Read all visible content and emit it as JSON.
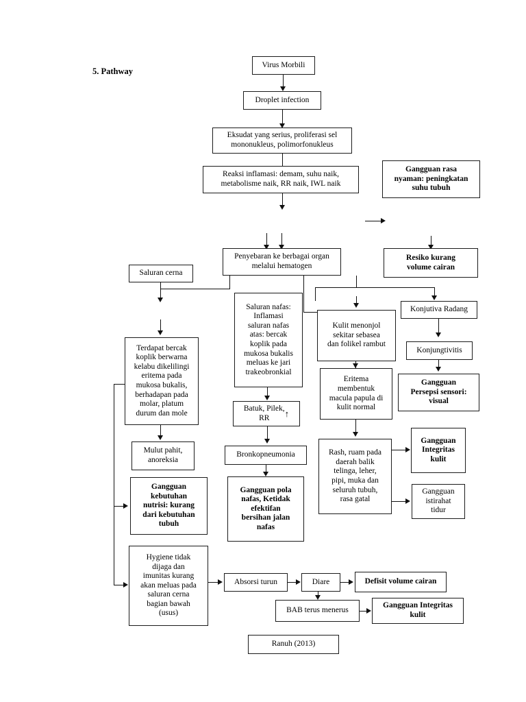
{
  "page": {
    "heading": "5. Pathway",
    "source_caption": "Ranuh (2013)"
  },
  "nodes": {
    "virus_morbili": "Virus Morbili",
    "droplet_infection": "Droplet infection",
    "eksudat": "Eksudat yang serius, proliferasi sel\nmononukleus, polimorfonukleus",
    "reaksi_inflamasi": "Reaksi inflamasi: demam, suhu naik,\nmetabolisme naik, RR naik, IWL naik",
    "gangguan_rasa_nyaman": "Gangguan rasa\nnyaman: peningkatan\nsuhu tubuh",
    "penyebaran": "Penyebaran ke berbagai organ\nmelalui hematogen",
    "resiko_kurang_volume": "Resiko kurang\nvolume cairan",
    "saluran_cerna": "Saluran cerna",
    "saluran_nafas": "Saluran nafas:\nInflamasi\nsaluran nafas\natas: bercak\nkoplik pada\nmukosa bukalis\nmeluas ke jari\ntrakeobronkial",
    "kulit_menonjol": "Kulit menonjol\nsekitar sebasea\ndan folikel rambut",
    "konjutiva_radang": "Konjutiva Radang",
    "konjungtivitis": "Konjungtivitis",
    "gangguan_persepsi_sensori": "Gangguan\nPersepsi sensori:\nvisual",
    "terdapat_bercak": "Terdapat bercak\nkoplik berwarna\nkelabu dikelilingi\neritema pada\nmukosa bukalis,\nberhadapan pada\nmolar, platum\ndurum dan mole",
    "eritema": "Eritema\nmembentuk\nmacula papula di\nkulit normal",
    "batuk_pilek": "Batuk, Pilek,\nRR",
    "batuk_pilek_arrow": "↑",
    "mulut_pahit": "Mulut pahit,\nanoreksia",
    "bronkopneumonia": "Bronkopneumonia",
    "rash": "Rash, ruam pada\ndaerah balik\ntelinga, leher,\npipi, muka dan\nseluruh tubuh,\nrasa gatal",
    "gangguan_integritas_kulit_1": "Gangguan\nIntegritas\nkulit",
    "gangguan_istirahat_tidur": "Gangguan\nistirahat\ntidur",
    "gangguan_nutrisi": "Gangguan\nkebutuhan\nnutrisi: kurang\ndari kebutuhan\ntubuh",
    "gangguan_pola_nafas": "Gangguan pola\nnafas, Ketidak\nefektifan\nbersihan jalan\nnafas",
    "hygiene": "Hygiene tidak\ndijaga dan\nimunitas kurang\nakan meluas pada\nsaluran cerna\nbagian bawah\n(usus)",
    "absorsi_turun": "Absorsi turun",
    "diare": "Diare",
    "defisit_volume_cairan": "Defisit volume cairan",
    "bab_terus_menerus": "BAB terus menerus",
    "gangguan_integritas_kulit_2": "Gangguan Integritas\nkulit",
    "ranuh": "Ranuh (2013)"
  },
  "colors": {
    "line": "#111111",
    "border": "#1a1a1a",
    "background": "#ffffff",
    "text": "#000000"
  }
}
